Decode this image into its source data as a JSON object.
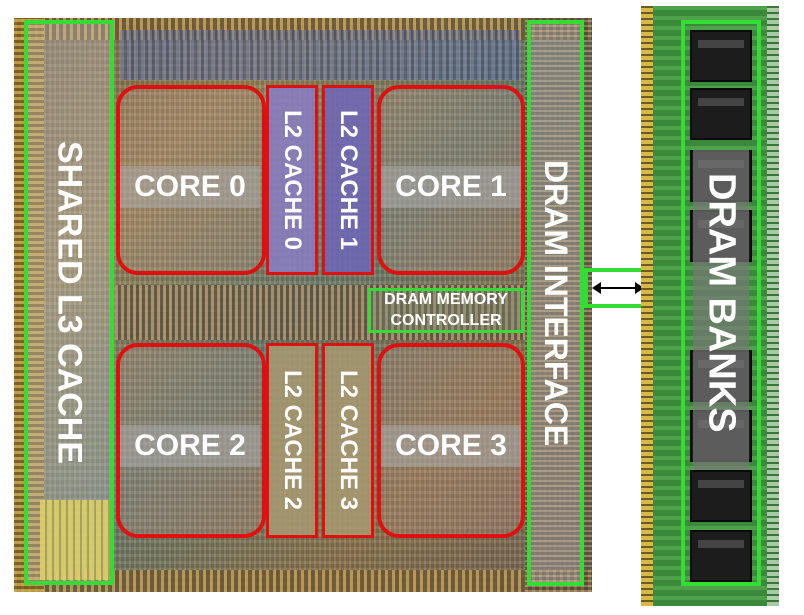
{
  "regions": {
    "shared_l3": "SHARED L3 CACHE",
    "core0": "CORE 0",
    "core1": "CORE 1",
    "core2": "CORE 2",
    "core3": "CORE 3",
    "l2_cache0": "L2 CACHE 0",
    "l2_cache1": "L2 CACHE 1",
    "l2_cache2": "L2 CACHE 2",
    "l2_cache3": "L2 CACHE 3",
    "dram_memory_controller_line1": "DRAM MEMORY",
    "dram_memory_controller_line2": "CONTROLLER",
    "dram_interface": "DRAM INTERFACE",
    "dram_banks": "DRAM BANKS"
  },
  "colors": {
    "highlight_green": "#33dd33",
    "highlight_red": "#e01010"
  }
}
